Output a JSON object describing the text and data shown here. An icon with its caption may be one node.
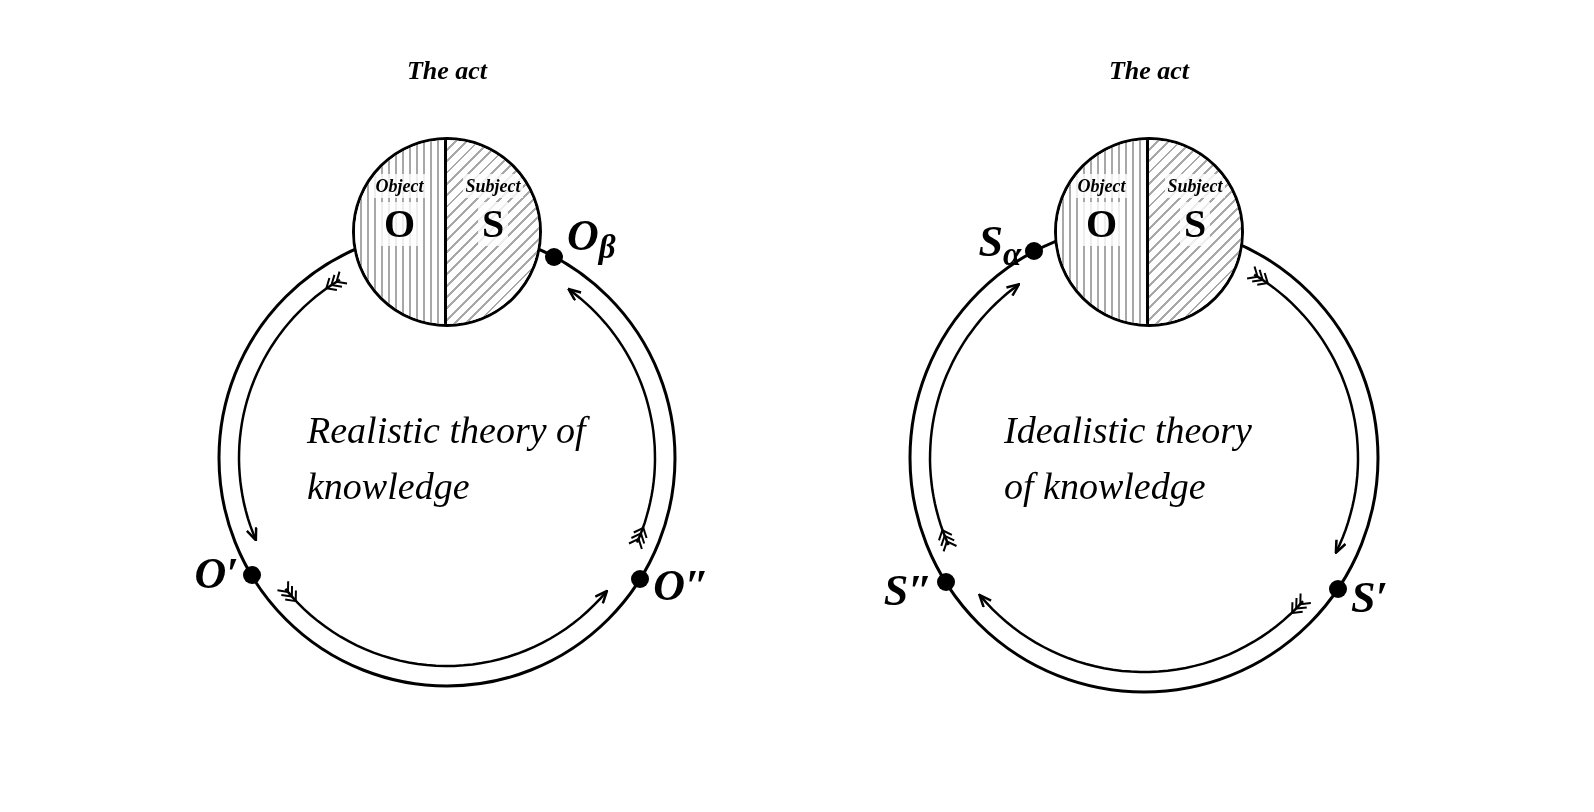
{
  "diagram": {
    "nodes": [
      {
        "text": [
          "The act"
        ]
      },
      {
        "text": [
          "Object",
          "O"
        ],
        "in": 0
      },
      {
        "text": [
          "Subject",
          "S"
        ],
        "in": 0
      },
      {
        "text": [
          "O$_{β}$"
        ]
      },
      {
        "text": [
          "O′"
        ]
      },
      {
        "text": [
          "O″"
        ]
      },
      {
        "text": [
          "The act"
        ]
      },
      {
        "text": [
          "Object",
          "O"
        ],
        "in": 6
      },
      {
        "text": [
          "Subject",
          "S"
        ],
        "in": 6
      },
      {
        "text": [
          "S$_{α}$"
        ]
      },
      {
        "text": [
          "S″"
        ]
      },
      {
        "text": [
          "S′"
        ]
      }
    ],
    "edges": [
      {
        "from": 0,
        "to": 4,
        "arrow": "to"
      },
      {
        "from": 4,
        "to": 5,
        "arrow": "to"
      },
      {
        "from": 5,
        "to": 3,
        "arrow": "to"
      },
      {
        "from": 6,
        "to": 11,
        "arrow": "to"
      },
      {
        "from": 11,
        "to": 10,
        "arrow": "to"
      },
      {
        "from": 10,
        "to": 9,
        "arrow": "to"
      }
    ],
    "labels": [
      "Realistic theory of knowledge",
      "Idealistic theory of knowledge"
    ]
  }
}
